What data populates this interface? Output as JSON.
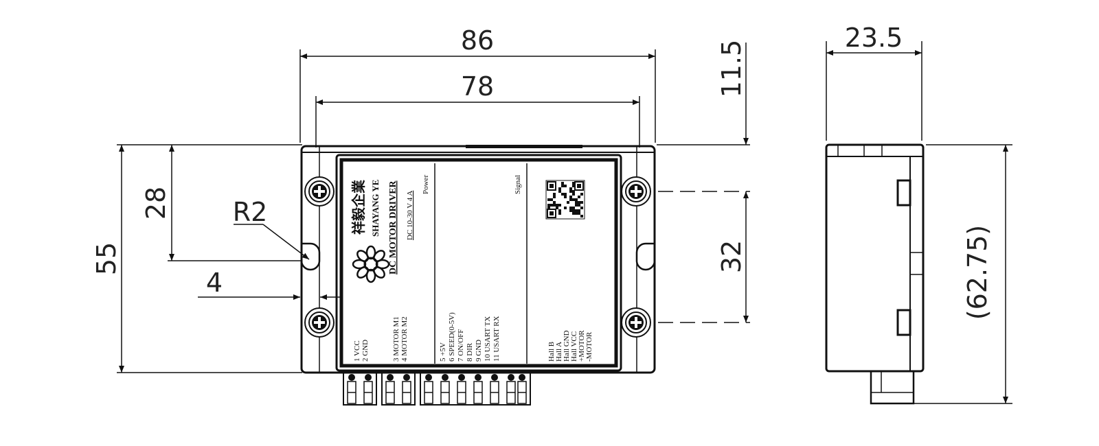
{
  "dimensions": {
    "overall_width": "86",
    "hole_spacing": "78",
    "top_offset": "11.5",
    "depth": "23.5",
    "mount_height": "28",
    "radius": "R2",
    "overall_height": "55",
    "slot_width": "4",
    "hole_vertical": "32",
    "side_height": "(62.75)"
  },
  "label": {
    "brand_cn": "祥毅企業",
    "brand_en": "SHAYANG YE",
    "product": "DC MOTOR DRIVER",
    "spec": "DC 10-30 V 4 A",
    "power_title": "Power",
    "signal_title": "Signal",
    "power_pins": [
      "1 VCC",
      "2 GND"
    ],
    "motor_pins": [
      "3 MOTOR M1",
      "4 MOTOR M2"
    ],
    "signal_pins": [
      "5 +5V",
      "6 SPEED(0-5V)",
      "7 ON/OFF",
      "8 DIR",
      "9 GND",
      "10 USART TX",
      "11 USART RX"
    ],
    "hall_pins": [
      "Hall B",
      "Hall A",
      "Hall GND",
      "Hall VCC",
      "+MOTOR",
      "-MOTOR"
    ]
  },
  "icons": {
    "logo": "shayang-flower-logo",
    "qr": "qr-code-icon",
    "screw": "cross-screw-icon"
  },
  "colors": {
    "line": "#111111",
    "background": "#ffffff"
  }
}
